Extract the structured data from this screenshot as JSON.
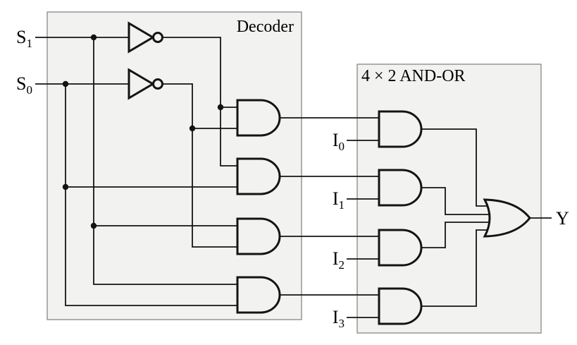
{
  "figure": {
    "kind": "logic-circuit-diagram",
    "background": "#ffffff",
    "wire_color": "#141414",
    "box_fill": "#f2f2f1",
    "box_border": "#7f7f7f",
    "text_color": "#000000"
  },
  "boxes": {
    "decoder": {
      "label": "Decoder"
    },
    "and_or": {
      "label": "4 × 2 AND-OR"
    }
  },
  "signals": {
    "s1": {
      "base": "S",
      "sub": "1"
    },
    "s0": {
      "base": "S",
      "sub": "0"
    },
    "i0": {
      "base": "I",
      "sub": "0"
    },
    "i1": {
      "base": "I",
      "sub": "1"
    },
    "i2": {
      "base": "I",
      "sub": "2"
    },
    "i3": {
      "base": "I",
      "sub": "3"
    },
    "y": {
      "base": "Y",
      "sub": ""
    }
  },
  "gates": {
    "inverter_count": 2,
    "decoder_and_count": 4,
    "input_and_count": 4,
    "or_count": 1
  }
}
